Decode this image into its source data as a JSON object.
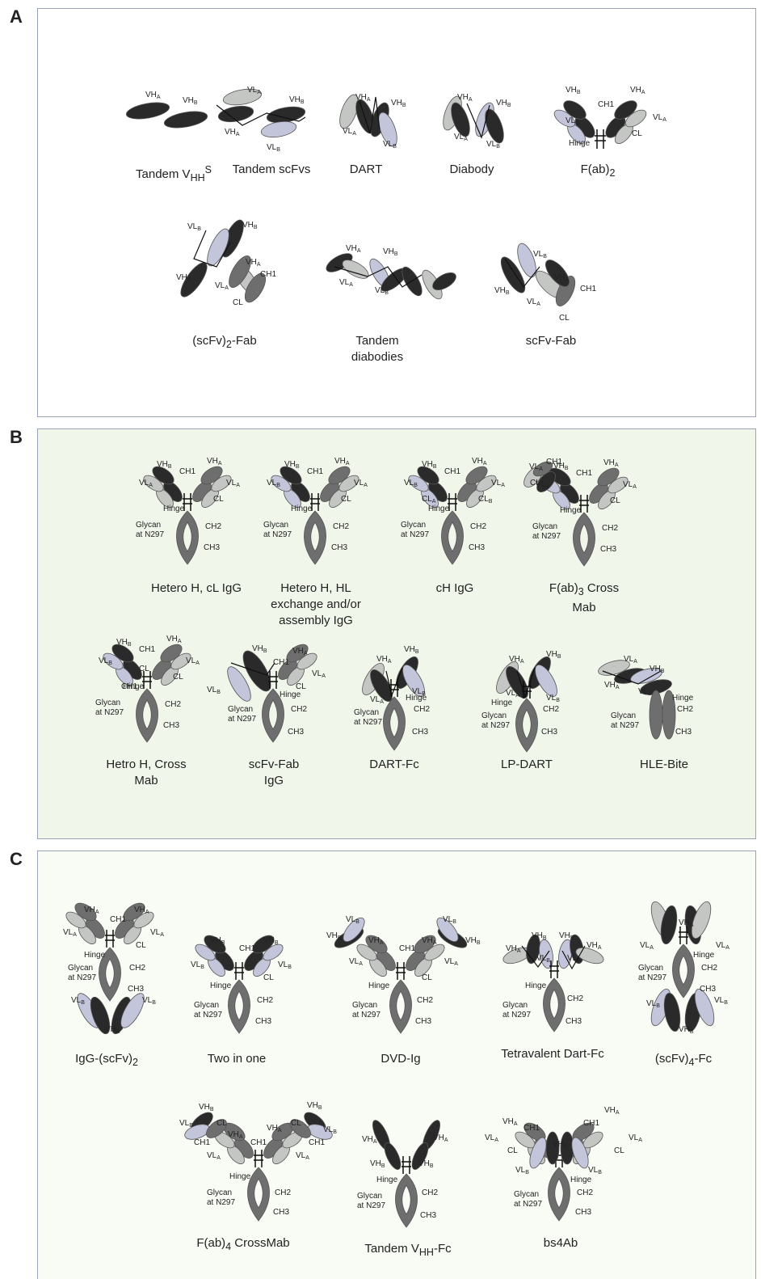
{
  "panels": {
    "a": {
      "label": "A",
      "items": [
        {
          "name": "tandem-vhhs",
          "caption": "Tandem V<sub>HH</sub><sup>S</sup>"
        },
        {
          "name": "tandem-scfvs",
          "caption": "Tandem scFvs"
        },
        {
          "name": "dart",
          "caption": "DART"
        },
        {
          "name": "diabody",
          "caption": "Diabody"
        },
        {
          "name": "fab2",
          "caption": "F(ab)<sub>2</sub>"
        },
        {
          "name": "scfv2-fab",
          "caption": "(scFv)<sub>2</sub>-Fab"
        },
        {
          "name": "tandem-diabodies",
          "caption": "Tandem<br>diabodies"
        },
        {
          "name": "scfv-fab",
          "caption": "scFv-Fab"
        }
      ]
    },
    "b": {
      "label": "B",
      "items": [
        {
          "name": "hetero-h-cl-igg",
          "caption": "Hetero H, cL IgG"
        },
        {
          "name": "hetero-h-hl-exchange",
          "caption": "Hetero H, HL<br>exchange and/or<br>assembly IgG"
        },
        {
          "name": "ch-igg",
          "caption": "cH IgG"
        },
        {
          "name": "fab3-crossmab",
          "caption": "F(ab)<sub>3</sub> Cross<br>Mab"
        },
        {
          "name": "hetro-h-crossmab",
          "caption": "Hetro H, Cross<br>Mab"
        },
        {
          "name": "scfv-fab-igg",
          "caption": "scFv-Fab<br>IgG"
        },
        {
          "name": "dart-fc",
          "caption": "DART-Fc"
        },
        {
          "name": "lp-dart",
          "caption": "LP-DART"
        },
        {
          "name": "hle-bite",
          "caption": "HLE-Bite"
        }
      ]
    },
    "c": {
      "label": "C",
      "items": [
        {
          "name": "igg-scfv2",
          "caption": "IgG-(scFv)<sub>2</sub>"
        },
        {
          "name": "two-in-one",
          "caption": "Two in one"
        },
        {
          "name": "dvd-ig",
          "caption": "DVD-Ig"
        },
        {
          "name": "tetravalent-dart-fc",
          "caption": "Tetravalent Dart-Fc"
        },
        {
          "name": "scfv4-fc",
          "caption": "(scFv)<sub>4</sub>-Fc"
        },
        {
          "name": "fab4-crossmab",
          "caption": "F(ab)<sub>4</sub> CrossMab"
        },
        {
          "name": "tandem-vhh-fc",
          "caption": "Tandem V<sub>HH</sub>-Fc"
        },
        {
          "name": "bs4ab",
          "caption": "bs4Ab"
        }
      ]
    }
  },
  "domain_labels": {
    "vha": "VH<tspan font-size='7' dy='2'>A</tspan>",
    "vhb": "VH<tspan font-size='7' dy='2'>B</tspan>",
    "vla": "VL<tspan font-size='7' dy='2'>A</tspan>",
    "vlb": "VL<tspan font-size='7' dy='2'>B</tspan>",
    "cla": "CL<tspan font-size='7' dy='2'>A</tspan>",
    "clb": "CL<tspan font-size='7' dy='2'>B</tspan>",
    "ch1": "CH1",
    "ch2": "CH2",
    "ch3": "CH3",
    "cl": "CL",
    "hinge": "Hinge",
    "glycan1": "Glycan",
    "glycan2": "at N297"
  },
  "colors": {
    "dark": "#2a2a2a",
    "mid": "#6e6e6e",
    "light": "#c4c6c4",
    "lilac": "#c3c5da",
    "panel_b": "#f1f6ea",
    "panel_c": "#f9fbf5"
  }
}
